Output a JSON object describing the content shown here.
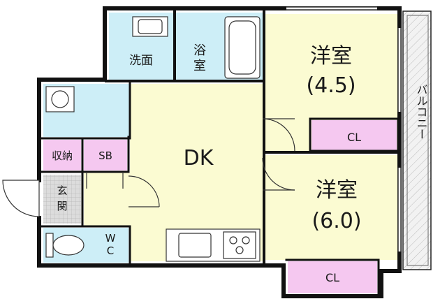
{
  "rooms": {
    "washroom": "洗面",
    "bath_line1": "浴",
    "bath_line2": "室",
    "western1_name": "洋室",
    "western1_size": "(4.5)",
    "western2_name": "洋室",
    "western2_size": "(6.0)",
    "dk": "DK",
    "cl_upper": "CL",
    "cl_lower": "CL",
    "storage": "収納",
    "sb": "SB",
    "entrance_line1": "玄",
    "entrance_line2": "関",
    "wc_line1": "W",
    "wc_line2": "C",
    "balcony": "バルコニー"
  },
  "colors": {
    "western_room": "#fbfbd2",
    "dk": "#fbfbd2",
    "bath": "#cdeef7",
    "closet": "#f5c8f0",
    "entrance": "#dcdcdc",
    "wall": "#111111",
    "balcony": "#eeeeee"
  }
}
